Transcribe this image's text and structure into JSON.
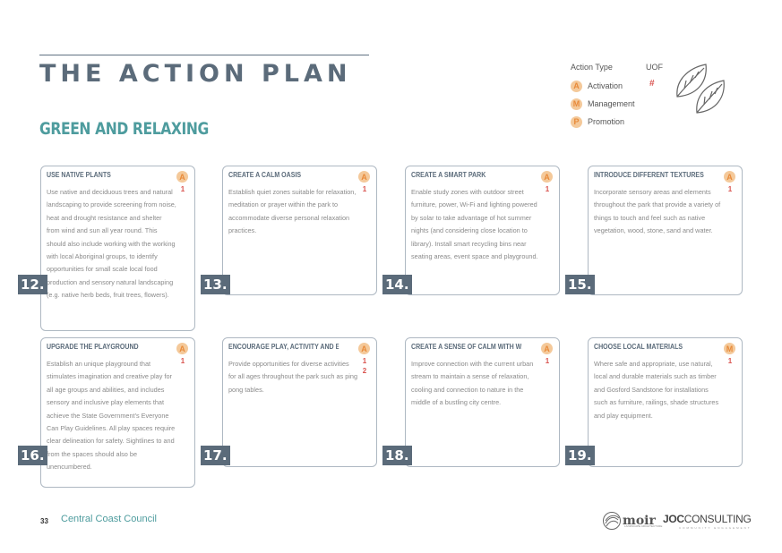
{
  "page": {
    "title": "THE ACTION PLAN",
    "section": "GREEN AND RELAXING"
  },
  "legend": {
    "action_type_label": "Action Type",
    "uof_label": "UOF",
    "uof_symbol": "#",
    "items": [
      {
        "letter": "A",
        "label": "Activation"
      },
      {
        "letter": "M",
        "label": "Management"
      },
      {
        "letter": "P",
        "label": "Promotion"
      }
    ]
  },
  "cards": [
    {
      "number": "12.",
      "title": "USE NATIVE PLANTS",
      "badge": "A",
      "uof": "1",
      "body": "Use native and deciduous trees and natural landscaping to provide screening from noise, heat and drought resistance and shelter from wind and sun all year round. This should also include working with the working with local Aboriginal groups, to identify opportunities for small scale local food production and sensory natural landscaping (e.g. native herb beds, fruit trees, flowers)."
    },
    {
      "number": "13.",
      "title": "CREATE A CALM OASIS",
      "badge": "A",
      "uof": "1",
      "body": "Establish quiet zones suitable for relaxation, meditation or prayer within the park to accommodate diverse personal relaxation practices."
    },
    {
      "number": "14.",
      "title": "CREATE A SMART PARK",
      "badge": "A",
      "uof": "1",
      "body": "Enable study zones with outdoor street furniture, power, Wi-Fi and lighting powered by solar to take advantage of hot summer nights (and considering close location to library). Install smart recycling bins near seating areas, event space and playground."
    },
    {
      "number": "15.",
      "title": "INTRODUCE DIFFERENT TEXTURES",
      "badge": "A",
      "uof": "1",
      "body": "Incorporate sensory areas and elements throughout the park that provide a variety of things to touch and feel such as native vegetation, wood, stone, sand and water."
    },
    {
      "number": "16.",
      "title": "UPGRADE THE PLAYGROUND",
      "badge": "A",
      "uof": "1",
      "body": "Establish an unique playground that stimulates imagination and creative play for all age groups and abilities, and includes sensory and inclusive play elements that achieve the State Government's Everyone Can Play Guidelines. All play spaces require clear delineation for safety. Sightlines to and from the spaces should also be unencumbered."
    },
    {
      "number": "17.",
      "title": "ENCOURAGE PLAY, ACTIVITY AND EXPLORATION",
      "badge": "A",
      "uof": "1\n2",
      "body": "Provide opportunities for diverse activities for all ages throughout the park such as ping pong tables."
    },
    {
      "number": "18.",
      "title": "CREATE A SENSE OF CALM WITH WATER",
      "badge": "A",
      "uof": "1",
      "body": "Improve connection with the current urban stream to maintain a sense of relaxation, cooling and connection to nature in the middle of a bustling city centre."
    },
    {
      "number": "19.",
      "title": "CHOOSE LOCAL MATERIALS",
      "badge": "M",
      "uof": "1",
      "body": "Where safe and appropriate, use natural, local and durable materials such as timber and Gosford Sandstone for installations such as furniture, railings, shade structures and play equipment."
    }
  ],
  "footer": {
    "page_number": "33",
    "council": "Central Coast Council",
    "moir": "moir",
    "moir_sub": "LANDSCAPE ARCHITECTURE",
    "joc_bold": "JOC",
    "joc_rest": "CONSULTING",
    "joc_sub": "COMMUNITY ENGAGEMENT"
  },
  "colors": {
    "slate": "#5b6b7a",
    "teal": "#4e9c9e",
    "badge_fill": "#f4c99a",
    "badge_text": "#e88a3a",
    "uof_red": "#d9534f"
  },
  "icons": [
    "leaf-icon",
    "moir-swirl-icon"
  ]
}
